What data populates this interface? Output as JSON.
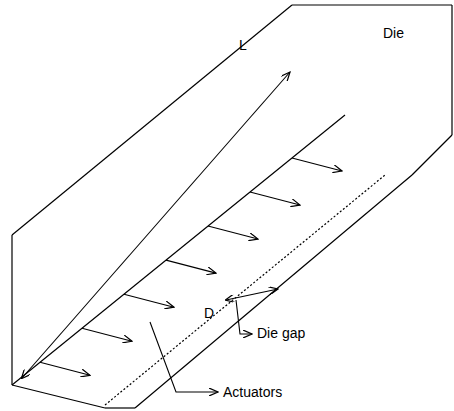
{
  "diagram": {
    "labels": [
      "L",
      "Die",
      "D",
      "Die gap",
      "Actuators"
    ]
  }
}
